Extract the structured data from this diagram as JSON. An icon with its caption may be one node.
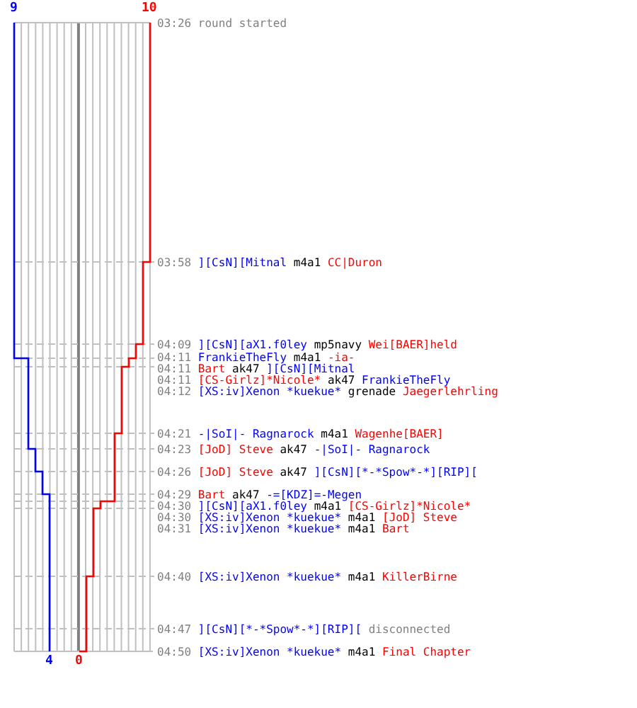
{
  "diagram": {
    "labels": [
      "9",
      "10",
      "03:26",
      "round started",
      "03:58",
      "][CsN][Mitnal",
      "m4a1",
      "CC|Duron",
      "04:09",
      "][CsN][aX1.f0ley",
      "mp5navy",
      "Wei[BAER]held",
      "04:11",
      "FrankieTheFly",
      "m4a1",
      "-ia-",
      "04:11",
      "Bart",
      "ak47",
      "][CsN][Mitnal",
      "04:11",
      "[CS-Girlz]*Nicole*",
      "ak47",
      "FrankieTheFly",
      "04:12",
      "[XS:iv]Xenon *kuekue*",
      "grenade",
      "Jaegerlehrling",
      "04:21",
      "-|SoI|- Ragnarock",
      "m4a1",
      "Wagenhe[BAER]",
      "04:23",
      "[JoD] Steve",
      "ak47",
      "-|SoI|- Ragnarock",
      "04:26",
      "[JoD] Steve",
      "ak47",
      "][CsN][*-*Spow*-*][RIP][",
      "04:29",
      "Bart",
      "ak47",
      "-=[KDZ]=-Megen",
      "04:30",
      "][CsN][aX1.f0ley",
      "m4a1",
      "[CS-Girlz]*Nicole*",
      "04:30",
      "[XS:iv]Xenon *kuekue*",
      "m4a1",
      "[JoD] Steve",
      "04:31",
      "[XS:iv]Xenon *kuekue*",
      "m4a1",
      "Bart",
      "04:40",
      "[XS:iv]Xenon *kuekue*",
      "m4a1",
      "KillerBirne",
      "04:47",
      "][CsN][*-*Spow*-*][RIP][",
      "disconnected",
      "04:50",
      "[XS:iv]Xenon *kuekue*",
      "m4a1",
      "Final Chapter",
      "4",
      "0"
    ]
  }
}
